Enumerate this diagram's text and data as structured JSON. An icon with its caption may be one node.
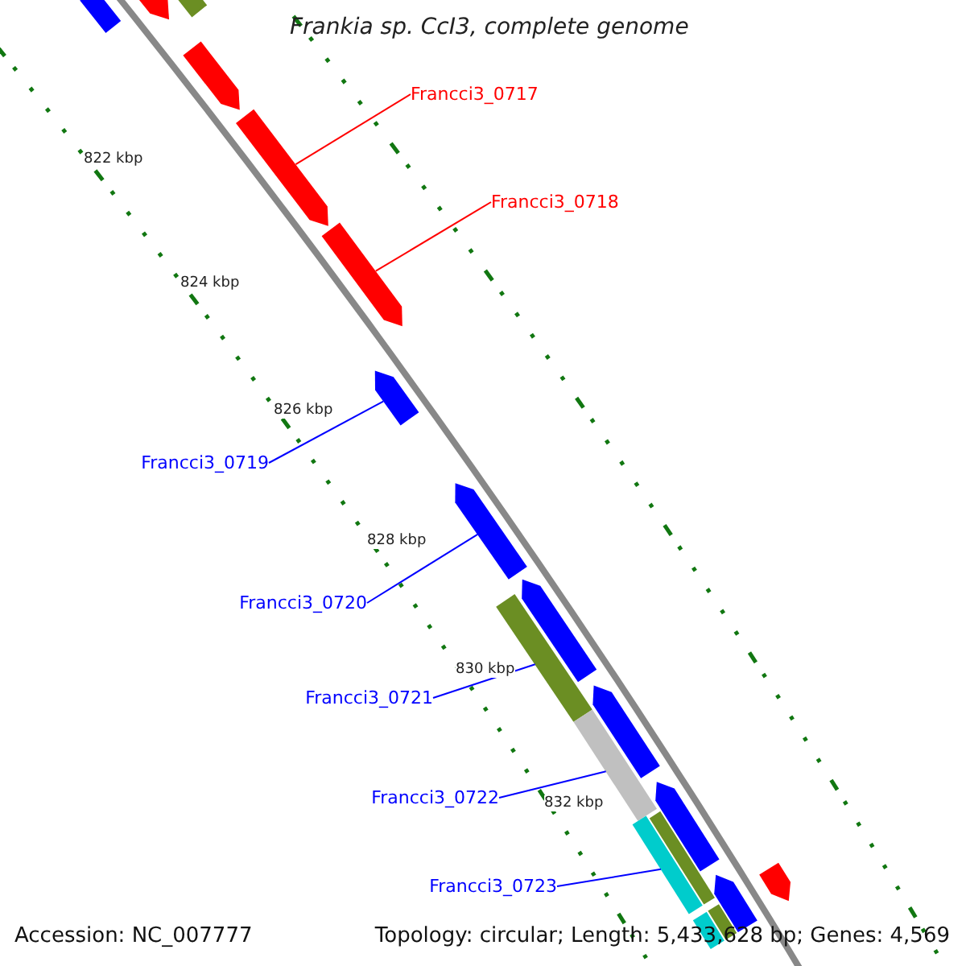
{
  "diagram": {
    "title": "Frankia sp. CcI3, complete genome",
    "nodes": [
      {
        "text": [
          "Francci3_0717"
        ]
      },
      {
        "text": [
          "Francci3_0718"
        ]
      },
      {
        "text": [
          "Francci3_0719"
        ]
      },
      {
        "text": [
          "Francci3_0720"
        ]
      },
      {
        "text": [
          "Francci3_0721"
        ]
      },
      {
        "text": [
          "Francci3_0722"
        ]
      },
      {
        "text": [
          "Francci3_0723"
        ]
      },
      {
        "text": [],
        "shape": "pentagon"
      },
      {
        "text": [],
        "shape": "pentagon"
      },
      {
        "text": [],
        "shape": "bar"
      },
      {
        "text": [],
        "shape": "pentagon"
      },
      {
        "text": [],
        "shape": "pentagon"
      },
      {
        "text": [],
        "shape": "pentagon"
      },
      {
        "text": [],
        "shape": "pentagon"
      },
      {
        "text": [],
        "shape": "pentagon"
      },
      {
        "text": [],
        "shape": "bar"
      },
      {
        "text": [],
        "shape": "pentagon"
      },
      {
        "text": [],
        "shape": "pentagon"
      },
      {
        "text": [],
        "shape": "bar"
      },
      {
        "text": [],
        "shape": "pentagon"
      },
      {
        "text": [],
        "shape": "bar"
      },
      {
        "text": [],
        "shape": "bar"
      },
      {
        "text": [],
        "shape": "pentagon"
      },
      {
        "text": [],
        "shape": "bar"
      },
      {
        "text": [],
        "shape": "bar"
      },
      {
        "text": [],
        "shape": "pentagon"
      }
    ],
    "edges": [
      {
        "from": 0,
        "to": 11,
        "arrow": "none",
        "color": "#ff0000"
      },
      {
        "from": 1,
        "to": 12,
        "arrow": "none",
        "color": "#ff0000"
      },
      {
        "from": 2,
        "to": 13,
        "arrow": "none"
      },
      {
        "from": 3,
        "to": 14,
        "arrow": "none"
      },
      {
        "from": 4,
        "to": 15,
        "arrow": "none"
      },
      {
        "from": 5,
        "to": 18,
        "arrow": "none"
      },
      {
        "from": 6,
        "to": 20,
        "arrow": "none"
      }
    ],
    "labels": [
      "822 kbp",
      "824 kbp",
      "826 kbp",
      "828 kbp",
      "830 kbp",
      "832 kbp",
      "Accession: NC_007777",
      "Topology: circular; Length: 5,433,628 bp; Genes: 4,569"
    ]
  }
}
